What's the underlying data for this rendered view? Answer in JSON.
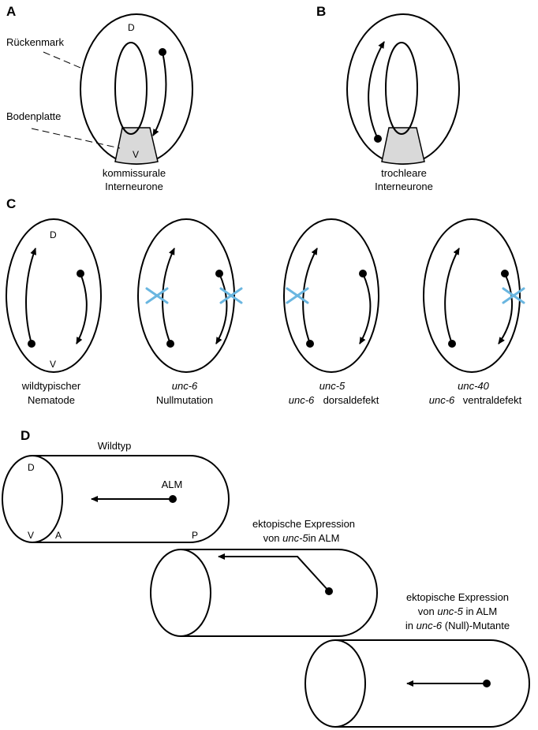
{
  "panels": {
    "a": {
      "letter": "A",
      "spinal_cord_label": "Rückenmark",
      "floor_plate_label": "Bodenplatte",
      "dorsal_marker": "D",
      "ventral_marker": "V",
      "caption_line1": "kommissurale",
      "caption_line2": "Interneurone"
    },
    "b": {
      "letter": "B",
      "caption_line1": "trochleare",
      "caption_line2": "Interneurone"
    },
    "c": {
      "letter": "C",
      "dorsal_marker": "D",
      "ventral_marker": "V",
      "block_mark_color": "#6ab6e0",
      "columns": [
        {
          "line1": "wildtypischer",
          "line1_italic": "",
          "line2_italic": "",
          "line2": "Nematode",
          "blocked_axons": []
        },
        {
          "line1": "",
          "line1_italic": "unc-6",
          "line2_italic": "",
          "line2": "Nullmutation",
          "blocked_axons": [
            "dorsal",
            "ventral"
          ]
        },
        {
          "line1": "",
          "line1_italic": "unc-5",
          "line2_italic": "unc-6",
          "line2": "dorsaldefekt",
          "blocked_axons": [
            "dorsal"
          ]
        },
        {
          "line1": "",
          "line1_italic": "unc-40",
          "line2_italic": "unc-6",
          "line2": "ventraldefekt",
          "blocked_axons": [
            "ventral"
          ]
        }
      ]
    },
    "d": {
      "letter": "D",
      "worm1": {
        "title": "Wildtyp",
        "dorsal_marker": "D",
        "ventral_marker": "V",
        "anterior_marker": "A",
        "posterior_marker": "P",
        "neuron_label": "ALM"
      },
      "worm2": {
        "line1": "ektopische Expression",
        "line2_pre": "von ",
        "line2_italic": "unc-5",
        "line2_post": "in ALM"
      },
      "worm3": {
        "line1": "ektopische Expression",
        "line2_pre": "von ",
        "line2_italic": "unc-5",
        "line2_post": " in ALM",
        "line3_pre": "in ",
        "line3_italic": "unc-6",
        "line3_post": " (Null)-Mutante"
      }
    }
  }
}
